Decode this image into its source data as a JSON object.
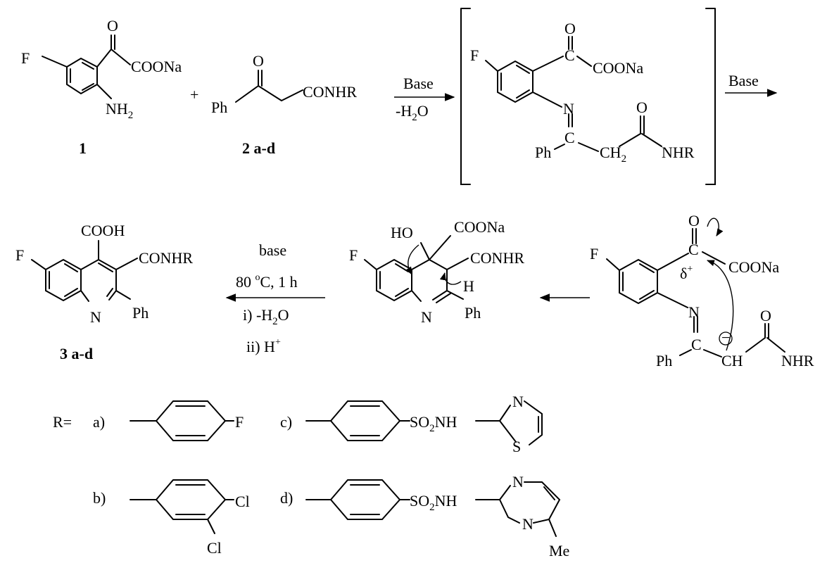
{
  "scheme": {
    "compound_1": {
      "number": "1",
      "atoms": {
        "F": "F",
        "O": "O",
        "COONa": "COONa",
        "NH": "NH",
        "NH_sub": "2"
      }
    },
    "plus": "+",
    "compound_2": {
      "number": "2 a-d",
      "atoms": {
        "O": "O",
        "Ph": "Ph",
        "CONHR": "CONHR"
      }
    },
    "step1": {
      "reagent": "Base",
      "condition_prefix": "-H",
      "condition_sub": "2",
      "condition_suffix": "O"
    },
    "intermediate_imine": {
      "atoms": {
        "F": "F",
        "O": "O",
        "C": "C",
        "COONa": "COONa",
        "N": "N",
        "Ceq": "C",
        "Ph": "Ph",
        "CH": "CH",
        "CH_sub": "2",
        "O2": "O",
        "NHR": "NHR"
      },
      "bracket_left": "[",
      "bracket_right": "]"
    },
    "step2": {
      "reagent": "Base"
    },
    "anion_intermediate": {
      "atoms": {
        "F": "F",
        "O": "O",
        "C": "C",
        "delta": "δ",
        "delta_sup": "+",
        "COONa": "COONa",
        "N": "N",
        "Ceq": "C",
        "Ph": "Ph",
        "minus": "−",
        "CH": "CH",
        "O2": "O",
        "NHR": "NHR"
      }
    },
    "cyclized_intermediate": {
      "atoms": {
        "F": "F",
        "HO": "HO",
        "COONa": "COONa",
        "CONHR": "CONHR",
        "H": "H",
        "N": "N",
        "Ph": "Ph"
      }
    },
    "step3": {
      "line1": "base",
      "line2_prefix": "80 ",
      "line2_sup": "o",
      "line2_suffix": "C, 1 h",
      "line3_prefix": "i) -H",
      "line3_sub": "2",
      "line3_suffix": "O",
      "line4_prefix": "ii) H",
      "line4_sup": "+"
    },
    "product_3": {
      "number": "3 a-d",
      "atoms": {
        "F": "F",
        "COOH": "COOH",
        "CONHR": "CONHR",
        "N": "N",
        "Ph": "Ph"
      }
    },
    "substituents": {
      "r_label": "R=",
      "a": {
        "label": "a)",
        "F": "F"
      },
      "b": {
        "label": "b)",
        "Cl1": "Cl",
        "Cl2": "Cl"
      },
      "c": {
        "label": "c)",
        "SO": "SO",
        "SO_sub": "2",
        "NH": "NH",
        "N": "N",
        "S": "S"
      },
      "d": {
        "label": "d)",
        "SO": "SO",
        "SO_sub": "2",
        "NH": "NH",
        "N1": "N",
        "N2": "N",
        "Me": "Me"
      }
    }
  }
}
